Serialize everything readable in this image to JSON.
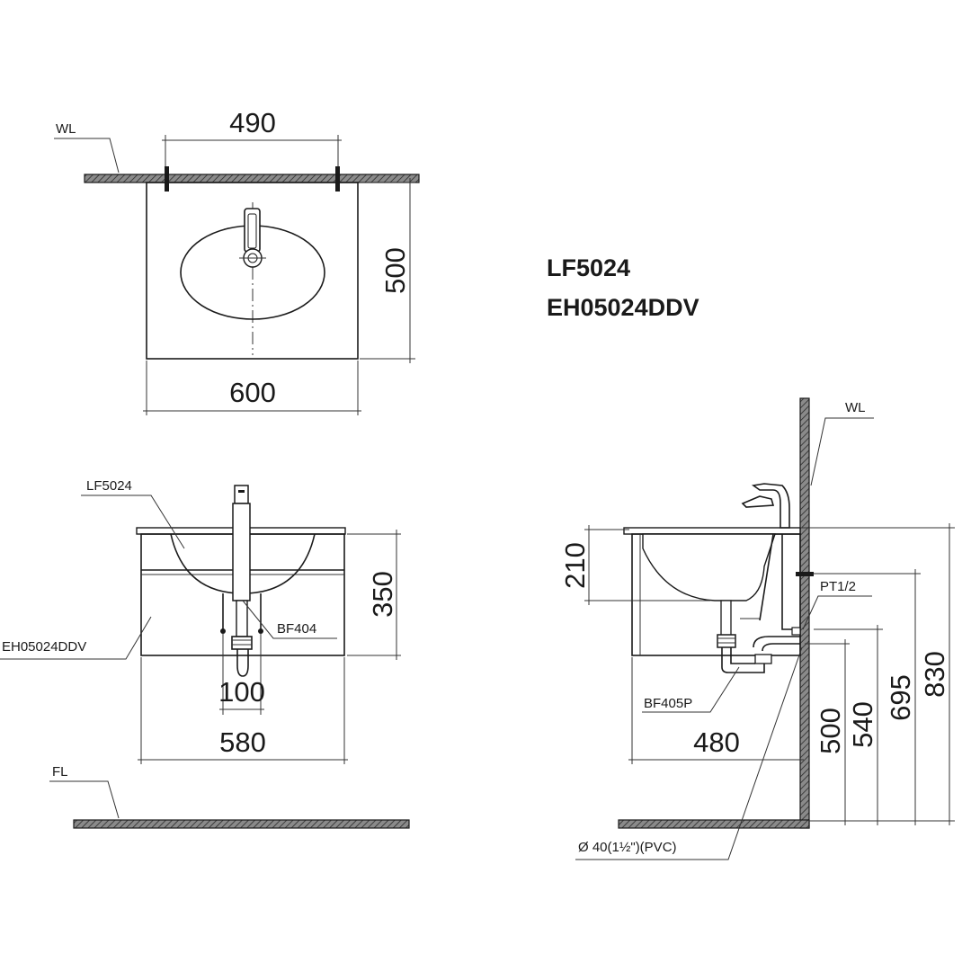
{
  "models": {
    "basin": "LF5024",
    "cabinet": "EH05024DDV"
  },
  "top_view": {
    "wall_label": "WL",
    "dim_mount_spacing": "490",
    "dim_depth": "500",
    "dim_width": "600"
  },
  "front_view": {
    "basin_label": "LF5024",
    "cabinet_label": "EH05024DDV",
    "drain_label": "BF404",
    "dim_height": "350",
    "dim_drain_spacing": "100",
    "dim_width": "580",
    "floor_label": "FL"
  },
  "side_view": {
    "wall_label": "WL",
    "valve_label": "PT1/2",
    "drain_label": "BF405P",
    "pipe_label": "Ø  40(1½\")(PVC)",
    "dim_basin_depth": "210",
    "dim_depth": "480",
    "dim_drain_height": "500",
    "dim_valve_height": "540",
    "dim_cabinet_height": "695",
    "dim_total_height": "830"
  }
}
